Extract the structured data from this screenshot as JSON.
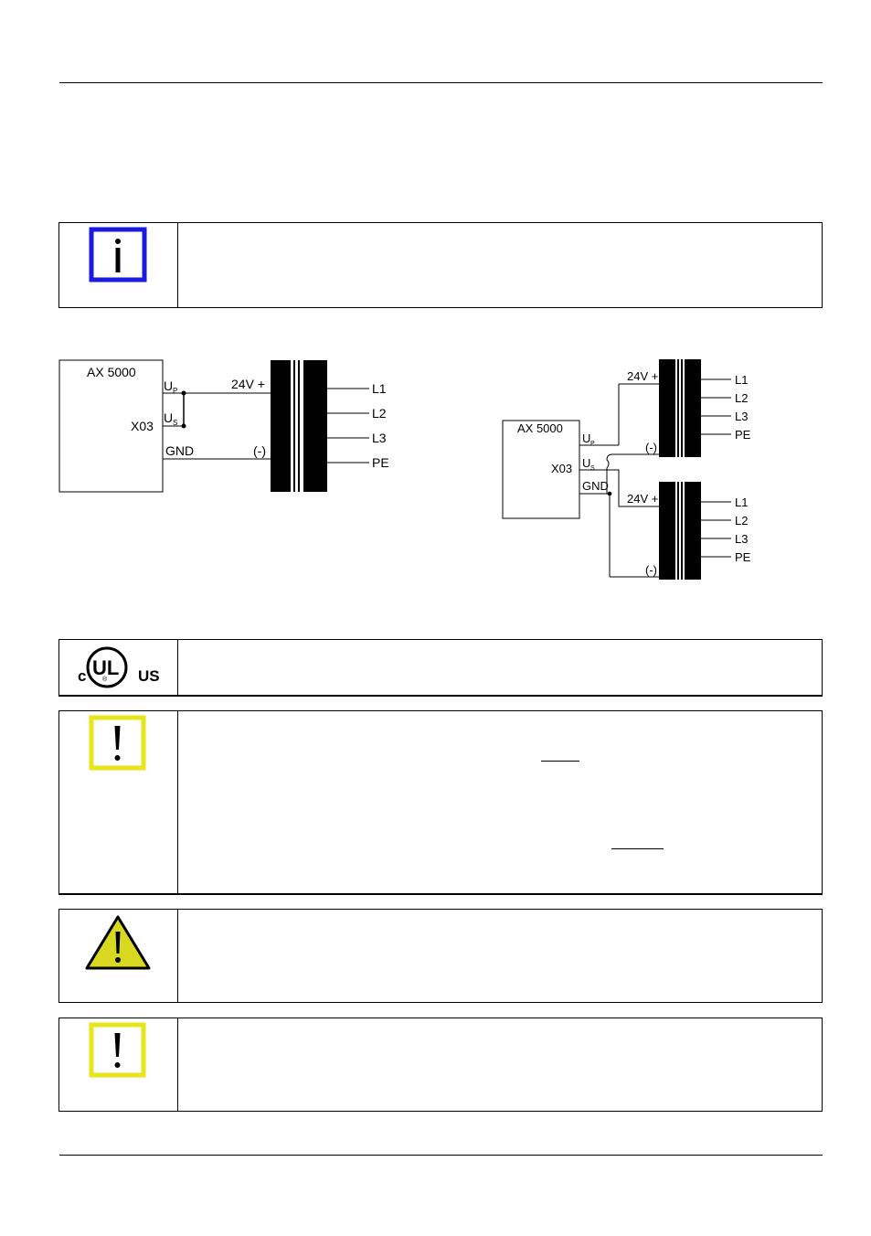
{
  "diagram_left": {
    "device": "AX 5000",
    "connector": "X03",
    "pins": {
      "up_main": "U",
      "up_sub": "P",
      "us_main": "U",
      "us_sub": "S",
      "gnd": "GND"
    },
    "supply_pos": "24V +",
    "supply_neg": "(-)",
    "lines": [
      "L1",
      "L2",
      "L3",
      "PE"
    ]
  },
  "diagram_right": {
    "device": "AX 5000",
    "connector": "X03",
    "pins": {
      "up_main": "U",
      "up_sub": "P",
      "us_main": "U",
      "us_sub": "S",
      "gnd": "GND"
    },
    "supply_pos": "24V +",
    "supply_neg": "(-)",
    "lines": [
      "L1",
      "L2",
      "L3",
      "PE"
    ]
  },
  "ul_logo": {
    "c": "c",
    "ul": "UL",
    "us": "US",
    "r": "®"
  },
  "colors": {
    "info_blue": "#1a1ae0",
    "caution_yellow": "#e6e61a",
    "warning_yellow": "#d8d820"
  },
  "icons": [
    "info-icon",
    "ul-certification-logo",
    "caution-icon",
    "warning-triangle-icon",
    "caution-icon"
  ]
}
